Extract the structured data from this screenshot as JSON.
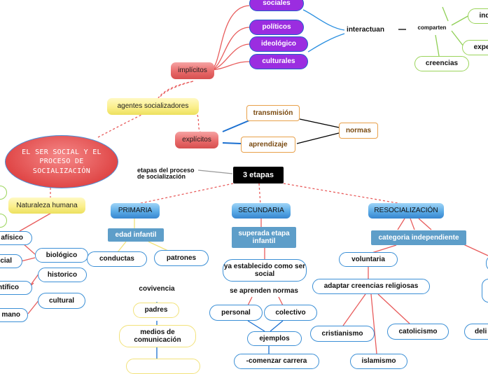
{
  "main_topic": "EL SER SOCIAL Y EL PROCESO DE SOCIALIZACIÓN",
  "etapas_label": "etapas del proceso de socialización",
  "tres_etapas": "3 etapas",
  "agentes": "agentes socializadores",
  "implicitos": "implícitos",
  "explicitos": "explícitos",
  "implicit_items": [
    "sociales",
    "políticos",
    "ideológico",
    "culturales"
  ],
  "interactuan": "interactuan",
  "comparten": "comparten",
  "inq": "inq",
  "expe": "expe",
  "creencias": "creencias",
  "transmision": "transmisión",
  "aprendizaje": "aprendizaje",
  "normas": "normas",
  "naturaleza": "Naturaleza humana",
  "left_items": [
    "afísico",
    "cial",
    "ntífico",
    "mano"
  ],
  "biologico": "biológico",
  "historico": "historico",
  "cultural": "cultural",
  "primaria": "PRIMARIA",
  "edad_infantil": "edad infantil",
  "conductas": "conductas",
  "patrones": "patrones",
  "covivencia": "covivencia",
  "padres": "padres",
  "medios": "medios de comunicación",
  "secundaria": "SECUNDARIA",
  "superada": "superada etapa infantil",
  "ya_establecido": "ya establecido como ser social",
  "se_aprenden": "se aprenden normas",
  "personal": "personal",
  "colectivo": "colectivo",
  "ejemplos": "ejemplos",
  "comenzar": "-comenzar carrera",
  "resocializacion": "RESOCIALIZACIÓN",
  "categoria": "categoria independiente",
  "voluntaria": "voluntaria",
  "adaptar": "adaptar creencias religiosas",
  "cristianismo": "cristianismo",
  "catolicismo": "catolicismo",
  "islamismo": "islamismo",
  "deli": "deli"
}
